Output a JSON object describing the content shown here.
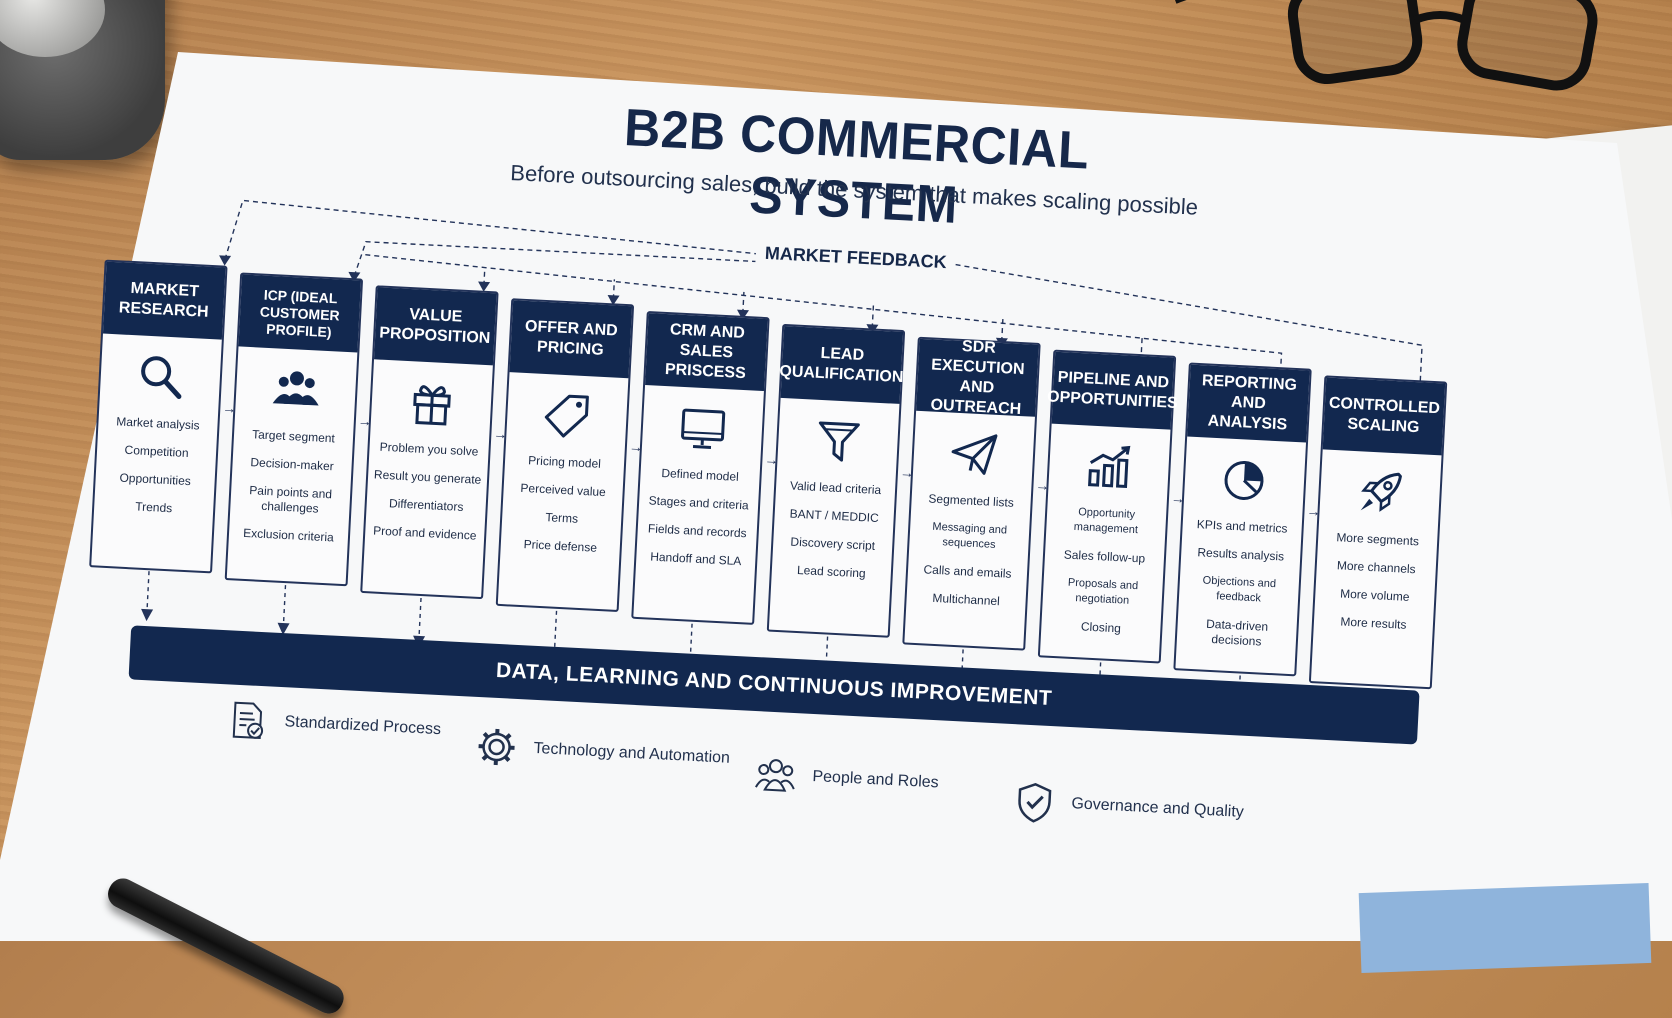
{
  "title": "B2B COMMERCIAL SYSTEM",
  "subtitle": "Before outsourcing sales, build the system that makes scaling possible",
  "feedback_label": "MARKET FEEDBACK",
  "colors": {
    "navy": "#12284f",
    "paper": "#f7f8f9",
    "ink": "#1d2b45"
  },
  "stages": [
    {
      "title": "MARKET RESEARCH",
      "icon": "magnifier-icon",
      "items": [
        "Market analysis",
        "Competition",
        "Opportunities",
        "Trends"
      ]
    },
    {
      "title": "ICP (IDEAL CUSTOMER PROFILE)",
      "icon": "people-icon",
      "items": [
        "Target segment",
        "Decision-maker",
        "Pain points and challenges",
        "Exclusion criteria"
      ]
    },
    {
      "title": "VALUE PROPOSITION",
      "icon": "gift-icon",
      "items": [
        "Problem you solve",
        "Result you generate",
        "Differentiators",
        "Proof and evidence"
      ]
    },
    {
      "title": "OFFER AND PRICING",
      "icon": "price-tag-icon",
      "items": [
        "Pricing model",
        "Perceived value",
        "Terms",
        "Price defense"
      ]
    },
    {
      "title": "CRM AND SALES PRISCESS",
      "icon": "monitor-icon",
      "items": [
        "Defined model",
        "Stages and criteria",
        "Fields and records",
        "Handoff and SLA"
      ]
    },
    {
      "title": "LEAD QUALIFICATION",
      "icon": "funnel-icon",
      "items": [
        "Valid lead criteria",
        "BANT / MEDDIC",
        "Discovery script",
        "Lead scoring"
      ]
    },
    {
      "title": "SDR EXECUTION AND OUTREACH",
      "icon": "paper-plane-icon",
      "items": [
        "Segmented lists",
        "Messaging and sequences",
        "Calls and emails",
        "Multichannel"
      ]
    },
    {
      "title": "PIPELINE AND OPPORTUNITIES",
      "icon": "growth-chart-icon",
      "items": [
        "Opportunity management",
        "Sales follow-up",
        "Proposals and negotiation",
        "Closing"
      ]
    },
    {
      "title": "REPORTING AND ANALYSIS",
      "icon": "pie-chart-icon",
      "items": [
        "KPIs and metrics",
        "Results analysis",
        "Objections and feedback",
        "Data-driven decisions"
      ]
    },
    {
      "title": "CONTROLLED SCALING",
      "icon": "rocket-icon",
      "items": [
        "More segments",
        "More channels",
        "More volume",
        "More results"
      ]
    }
  ],
  "bottom_bar": "DATA, LEARNING AND CONTINUOUS IMPROVEMENT",
  "pillars": [
    {
      "label": "Standardized Process",
      "icon": "document-check-icon"
    },
    {
      "label": "Technology and Automation",
      "icon": "gear-icon"
    },
    {
      "label": "People and Roles",
      "icon": "team-icon"
    },
    {
      "label": "Governance and Quality",
      "icon": "shield-check-icon"
    }
  ]
}
